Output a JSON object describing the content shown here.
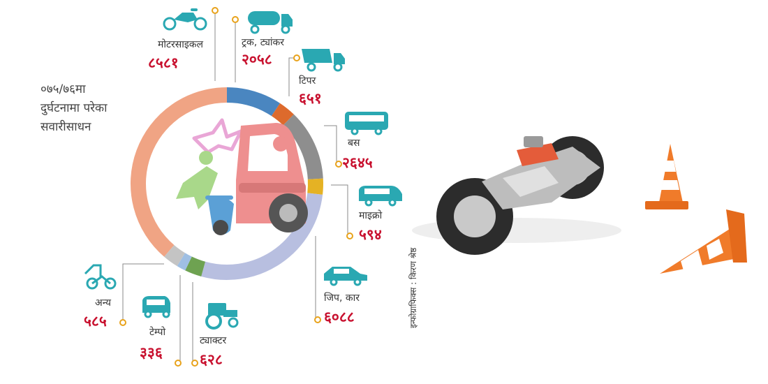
{
  "chart_data": {
    "type": "pie",
    "title_lines": [
      "०७५/७६मा",
      "दुर्घटनामा परेका",
      "सवारीसाधन"
    ],
    "slices": [
      {
        "label": "मोटरसाइकल",
        "value_text": "८५८१",
        "value": 8581,
        "color": "#f0a484",
        "icon": "motorcycle-icon"
      },
      {
        "label": "ट्रक, ट्यांकर",
        "value_text": "२०५८",
        "value": 2058,
        "color": "#4a86c0",
        "icon": "tanker-truck-icon"
      },
      {
        "label": "टिपर",
        "value_text": "६५१",
        "value": 651,
        "color": "#dd6a2c",
        "icon": "tipper-truck-icon"
      },
      {
        "label": "बस",
        "value_text": "२६४५",
        "value": 2645,
        "color": "#8e8e8e",
        "icon": "bus-icon"
      },
      {
        "label": "माइक्रो",
        "value_text": "५९४",
        "value": 594,
        "color": "#e5b224",
        "icon": "microbus-icon"
      },
      {
        "label": "जिप, कार",
        "value_text": "६०८८",
        "value": 6088,
        "color": "#b8bfe0",
        "icon": "car-icon"
      },
      {
        "label": "ट्याक्टर",
        "value_text": "६२८",
        "value": 628,
        "color": "#6ea251",
        "icon": "tractor-icon"
      },
      {
        "label": "टेम्पो",
        "value_text": "३३६",
        "value": 336,
        "color": "#9fbfe3",
        "icon": "tempo-icon"
      },
      {
        "label": "अन्य",
        "value_text": "५८५",
        "value": 585,
        "color": "#c4c4c4",
        "icon": "rickshaw-icon"
      }
    ]
  },
  "credit": "इन्फोग्राफिक्स : किरण श्रेष्ठ",
  "colors": {
    "value_text": "#c8102e",
    "connector": "#888888",
    "dot": "#e8a21a"
  }
}
